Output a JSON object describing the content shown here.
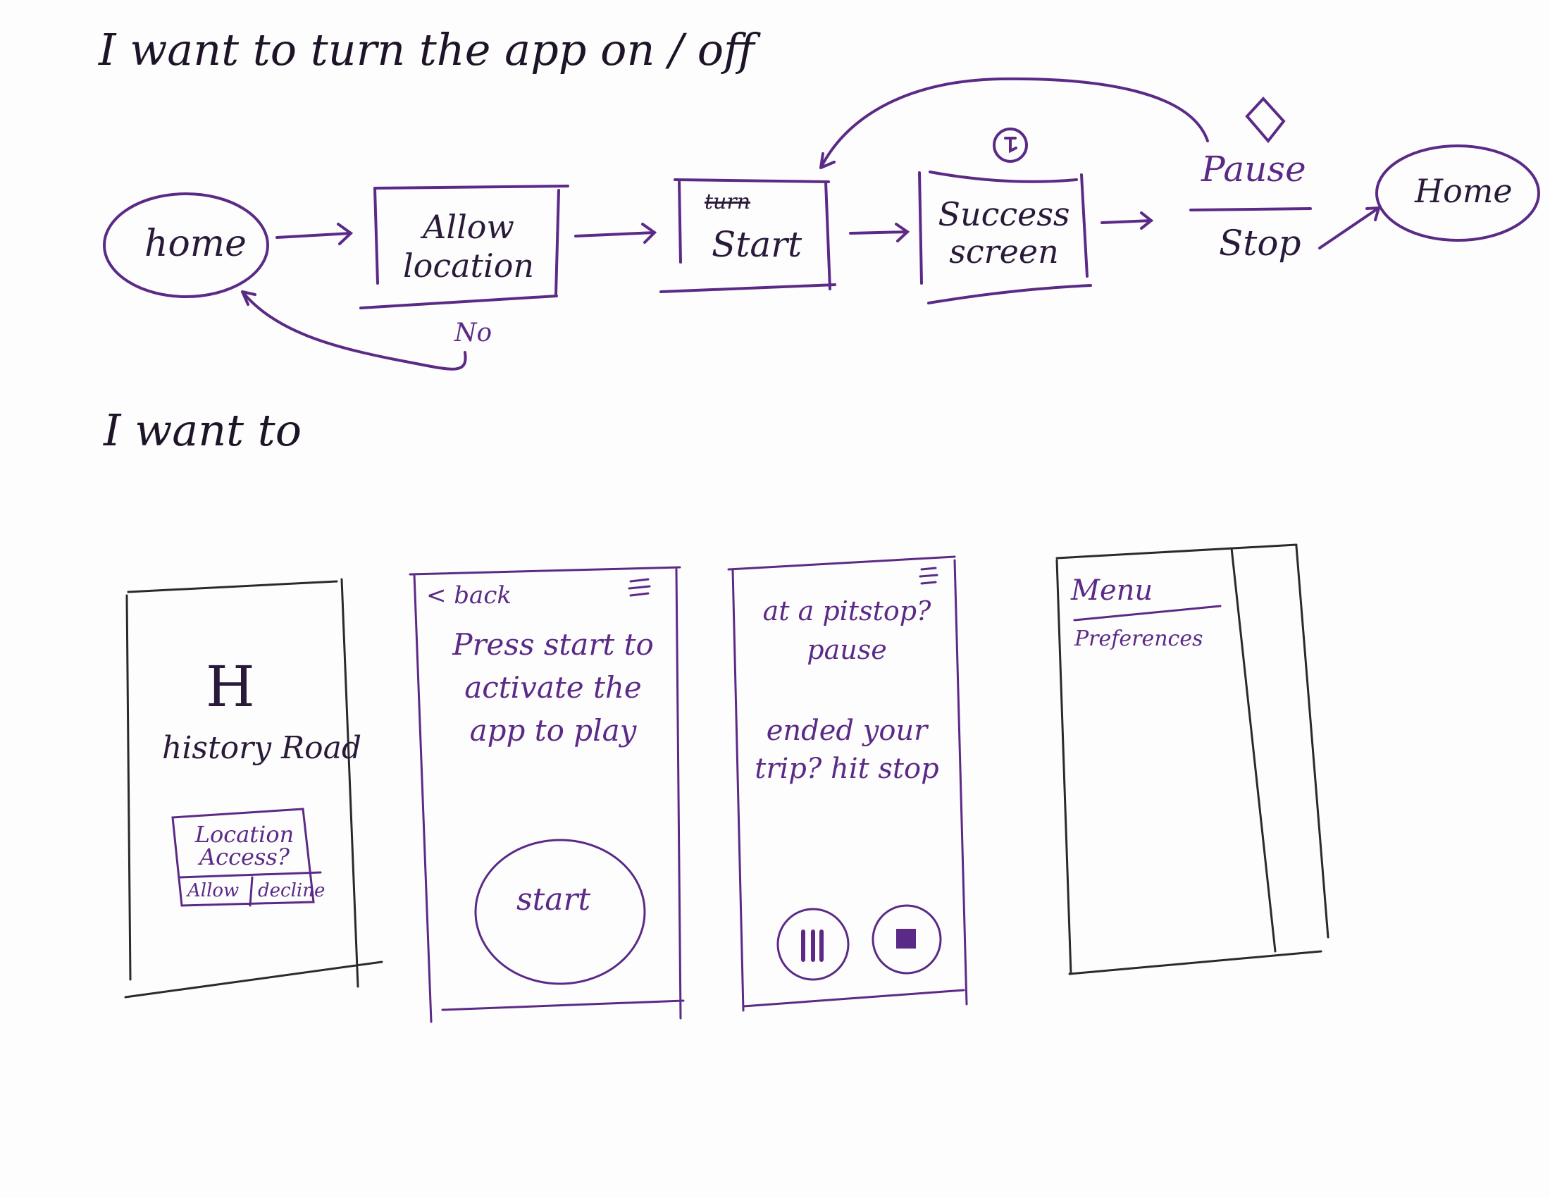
{
  "colors": {
    "ink": "#5b2a86",
    "pencil": "#1e1428"
  },
  "story1": {
    "heading": "I want to turn the app on / off",
    "flow": {
      "home": "home",
      "allow_location": "Allow location",
      "no_label": "No",
      "start_struck": "turn",
      "start": "Start",
      "success_screen": "Success screen",
      "pause": "Pause",
      "stop": "Stop",
      "home_end": "Home"
    }
  },
  "story2": {
    "heading": "I want to"
  },
  "wireframes": {
    "home_screen": {
      "logo": "H",
      "app_name": "history Road",
      "dialog_text": "Location Access?",
      "allow_button": "Allow",
      "decline_button": "decline"
    },
    "start_screen": {
      "back_link": "< back",
      "instructions": "Press start to activate the app to play",
      "start_button": "start"
    },
    "active_screen": {
      "pitstop_text": "at a pitstop? pause",
      "ended_text": "ended your trip? hit stop",
      "pause_icon": "pause-icon",
      "stop_icon": "stop-icon"
    },
    "menu_screen": {
      "menu_title": "Menu",
      "preferences": "Preferences"
    }
  }
}
